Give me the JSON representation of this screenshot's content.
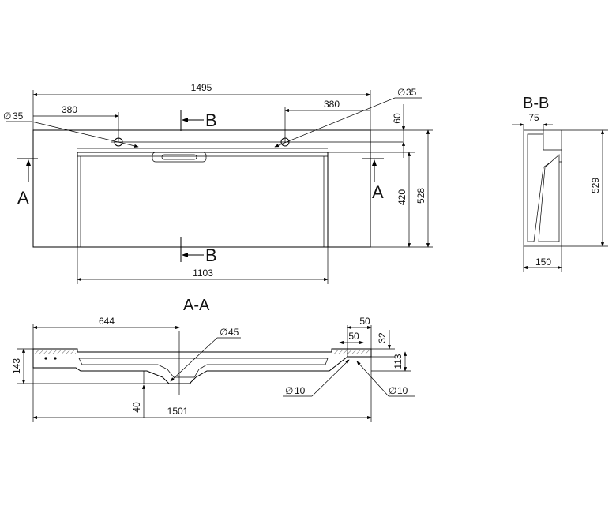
{
  "top_view": {
    "overall_width": "1495",
    "hole_left_offset": "380",
    "hole_right_offset": "380",
    "hole_left_dia": "35",
    "hole_right_dia": "35",
    "hole_back_offset": "60",
    "basin_depth": "420",
    "overall_depth": "528",
    "basin_width": "1103",
    "section_a_left": "A",
    "section_a_right": "A",
    "section_b_top": "B",
    "section_b_bottom": "B"
  },
  "section_bb": {
    "title": "B-B",
    "top_width": "75",
    "height": "529",
    "depth": "150"
  },
  "section_aa": {
    "title": "A-A",
    "drain_offset": "644",
    "drain_dia": "45",
    "lip_width_top": "50",
    "lip_width_inner": "50",
    "lip_depth": "32",
    "lip_height": "113",
    "radius_left": "10",
    "radius_right": "10",
    "height": "143",
    "bottom_offset": "40",
    "overall_width": "1501"
  },
  "symbols": {
    "diameter": "∅"
  }
}
